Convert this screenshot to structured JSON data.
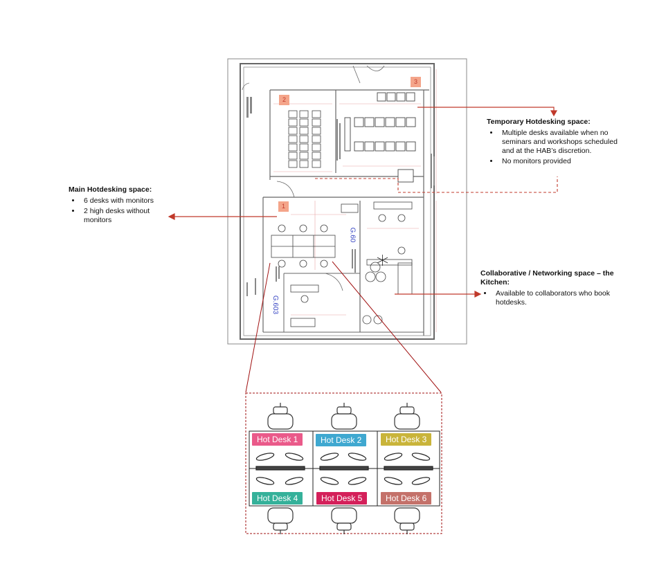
{
  "callouts": {
    "main": {
      "title": "Main Hotdesking space:",
      "items": [
        "6 desks with monitors",
        "2 high desks without monitors"
      ]
    },
    "temporary": {
      "title": "Temporary Hotdesking space:",
      "items": [
        "Multiple desks available when no seminars and workshops scheduled and at the HAB’s discretion.",
        "No monitors provided"
      ]
    },
    "kitchen": {
      "title": "Collaborative / Networking space – the Kitchen:",
      "items": [
        "Available to collaborators who book hotdesks."
      ]
    }
  },
  "badges": [
    "1",
    "2",
    "3"
  ],
  "rooms": {
    "g60": "G.60",
    "g603": "G.603"
  },
  "hot_desks": [
    {
      "label": "Hot Desk 1",
      "color": "#ea5a8a"
    },
    {
      "label": "Hot Desk 2",
      "color": "#3fa8d0"
    },
    {
      "label": "Hot Desk 3",
      "color": "#c9b43a"
    },
    {
      "label": "Hot Desk 4",
      "color": "#35b19a"
    },
    {
      "label": "Hot Desk 5",
      "color": "#d4205a"
    },
    {
      "label": "Hot Desk 6",
      "color": "#c4716a"
    }
  ],
  "colors": {
    "callout_line": "#c0392b",
    "plan_line": "#777777",
    "dim_line": "#e7a3a3"
  }
}
